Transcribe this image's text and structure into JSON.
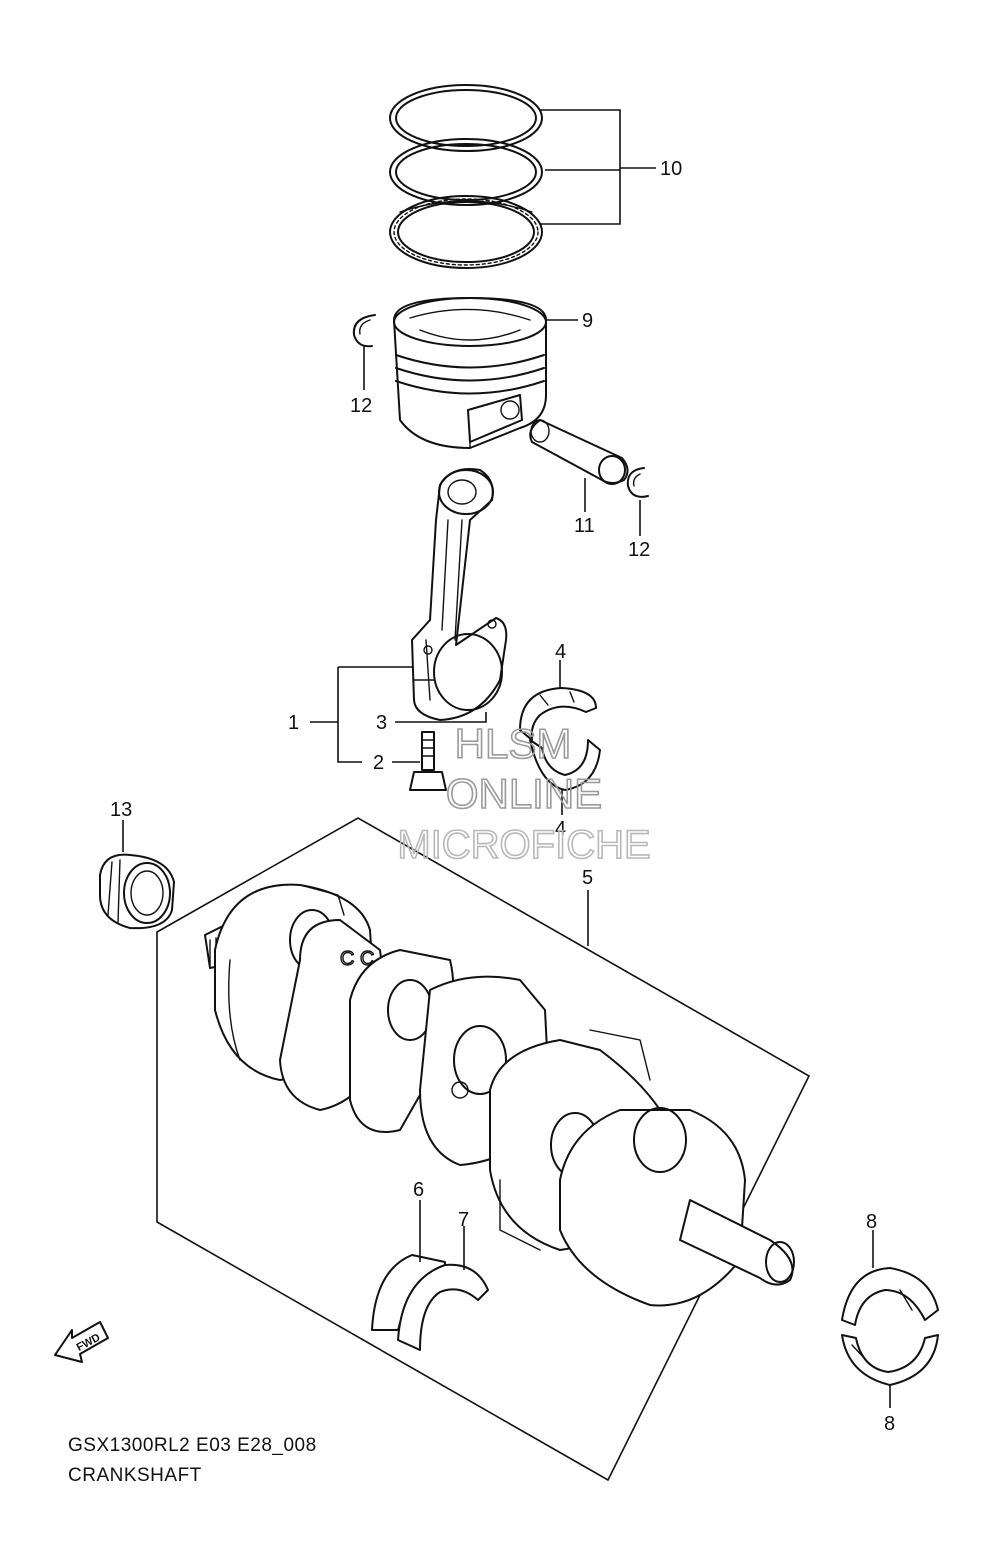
{
  "diagram": {
    "code": "GSX1300RL2 E03 E28_008",
    "title": "CRANKSHAFT",
    "watermark": [
      "HLSM",
      "ONLINE",
      "MICROFICHE"
    ],
    "fwd_label": "FWD"
  },
  "callouts": [
    {
      "id": "c10",
      "text": "10"
    },
    {
      "id": "c9",
      "text": "9"
    },
    {
      "id": "c12a",
      "text": "12"
    },
    {
      "id": "c11",
      "text": "11"
    },
    {
      "id": "c12b",
      "text": "12"
    },
    {
      "id": "c4a",
      "text": "4"
    },
    {
      "id": "c1",
      "text": "1"
    },
    {
      "id": "c3",
      "text": "3"
    },
    {
      "id": "c2",
      "text": "2"
    },
    {
      "id": "c4b",
      "text": "4"
    },
    {
      "id": "c13",
      "text": "13"
    },
    {
      "id": "c5",
      "text": "5"
    },
    {
      "id": "c6",
      "text": "6"
    },
    {
      "id": "c7",
      "text": "7"
    },
    {
      "id": "c8a",
      "text": "8"
    },
    {
      "id": "c8b",
      "text": "8"
    }
  ]
}
